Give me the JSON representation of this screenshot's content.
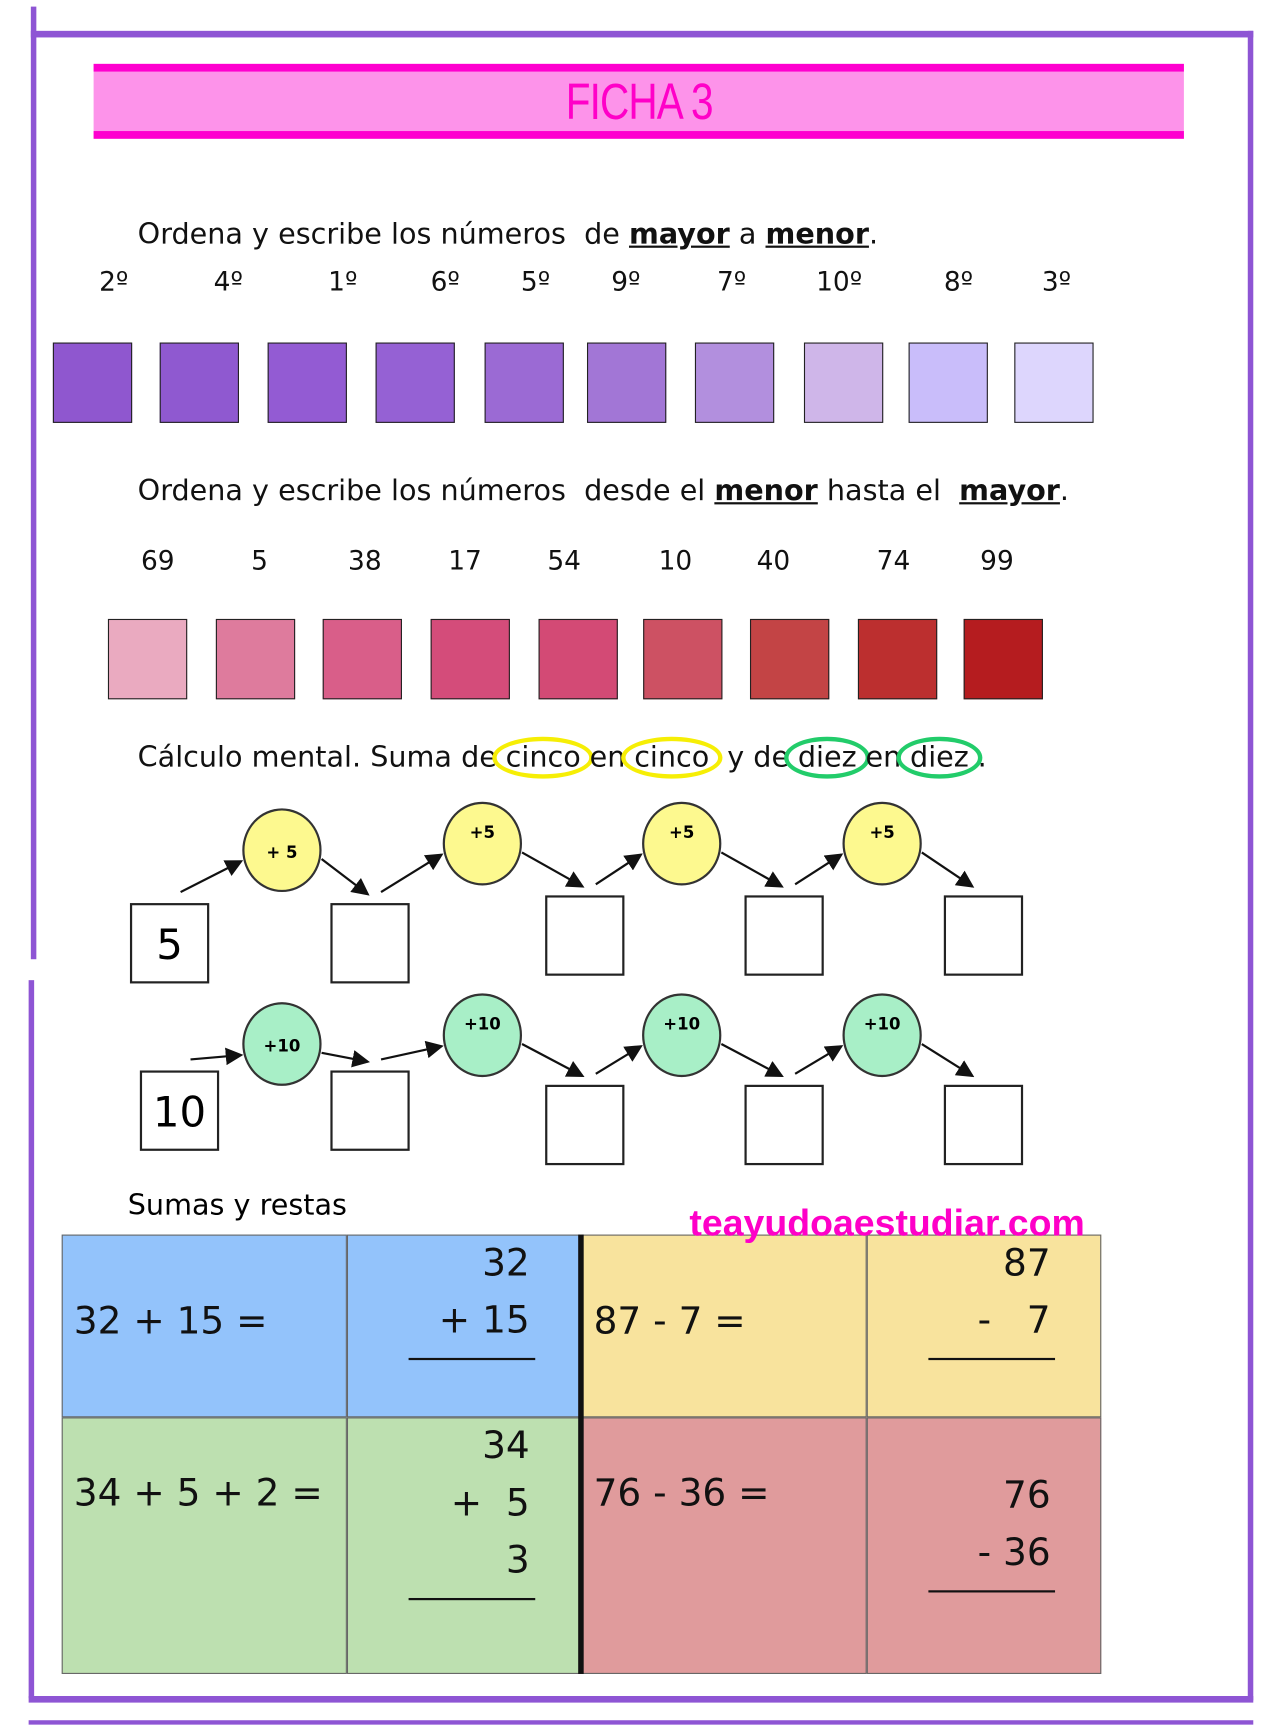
{
  "title": "FICHA 3",
  "ex1": {
    "instruction": [
      "Ordena y escribe los números  de ",
      "mayor",
      " a ",
      "menor",
      "."
    ],
    "ordinals": [
      "2º",
      "4º",
      "1º",
      "6º",
      "5º",
      "9º",
      "7º",
      "10º",
      "8º",
      "3º"
    ],
    "square_colors": [
      "#8f57cf",
      "#8f59d0",
      "#935bd3",
      "#9561d4",
      "#9b6ad4",
      "#a276d6",
      "#b28fde",
      "#cfb6e9",
      "#c9bdfa",
      "#ddd6fd"
    ]
  },
  "ex2": {
    "instruction": [
      "Ordena y escribe los números  desde el ",
      "menor",
      " hasta el  ",
      "mayor",
      "."
    ],
    "numbers": [
      "69",
      "5",
      "38",
      "17",
      "54",
      "10",
      "40",
      "74",
      "99"
    ],
    "square_colors": [
      "#eaaac0",
      "#de7b9d",
      "#d95e89",
      "#d44c7a",
      "#d34a75",
      "#cd5163",
      "#c34445",
      "#bc2f2f",
      "#b51c1f"
    ]
  },
  "ex3": {
    "instruction": [
      "Cálculo mental. Suma de",
      "cinco",
      "en",
      "cinco",
      "y de",
      "diez",
      "en",
      "diez",
      "."
    ],
    "row1": {
      "start": "5",
      "step": "+ 5",
      "steps": [
        "+ 5",
        "+5",
        "+5",
        "+5"
      ],
      "color": "#fdf98f"
    },
    "row2": {
      "start": "10",
      "steps": [
        "+10",
        "+10",
        "+10",
        "+10"
      ],
      "color": "#a8efc7"
    }
  },
  "ex4": {
    "heading": "Sumas y restas",
    "website": "teayudoaestudiar.com",
    "cells": [
      {
        "equation": "32 + 15 =",
        "column": [
          "32",
          "+ 15"
        ],
        "color": "#93c3fb"
      },
      {
        "equation": "87 - 7 =",
        "column": [
          "87",
          "-   7"
        ],
        "color": "#f8e39d"
      },
      {
        "equation": "34 + 5 + 2 =",
        "column": [
          "34",
          "+  5",
          "3"
        ],
        "color": "#bde0b0"
      },
      {
        "equation": "76 - 36 =",
        "column": [
          "76",
          "- 36"
        ],
        "color": "#e09b9c"
      }
    ]
  }
}
